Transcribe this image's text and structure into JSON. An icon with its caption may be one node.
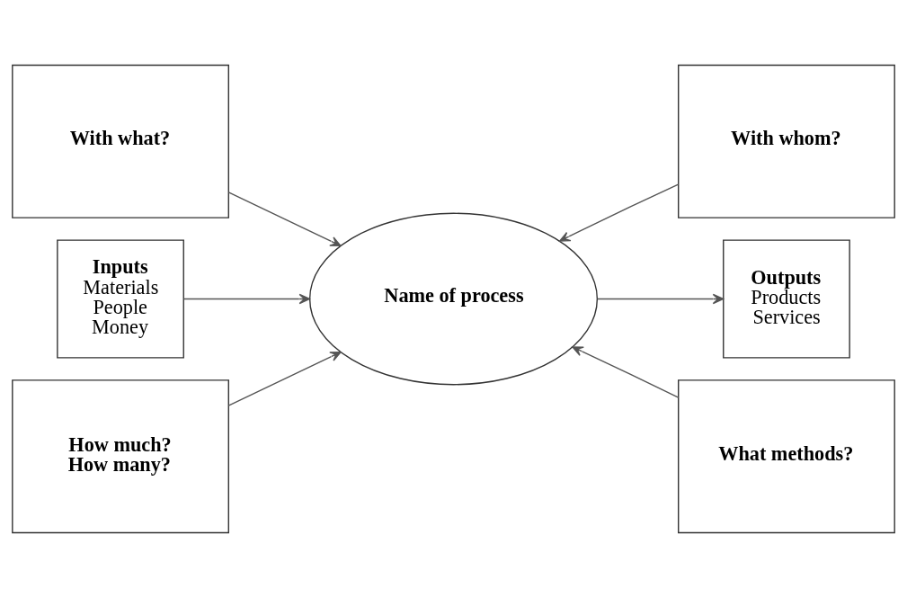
{
  "diagram": {
    "nodes": [
      {
        "text": [
          "With what?"
        ]
      },
      {
        "text": [
          "With whom?"
        ]
      },
      {
        "text": [
          "Inputs",
          "Materials People Money"
        ]
      },
      {
        "text": [
          "Name of process"
        ]
      },
      {
        "text": [
          "Outputs",
          "Products Services"
        ]
      },
      {
        "text": [
          "How much? How many?"
        ]
      },
      {
        "text": [
          "What methods?"
        ]
      }
    ],
    "edges": [
      {
        "from": 0,
        "to": 3,
        "arrow": "to"
      },
      {
        "from": 2,
        "to": 3,
        "arrow": "to"
      },
      {
        "from": 5,
        "to": 3,
        "arrow": "to"
      },
      {
        "from": 1,
        "to": 3,
        "arrow": "to"
      },
      {
        "from": 6,
        "to": 3,
        "arrow": "to"
      },
      {
        "from": 3,
        "to": 4,
        "arrow": "to"
      }
    ]
  }
}
